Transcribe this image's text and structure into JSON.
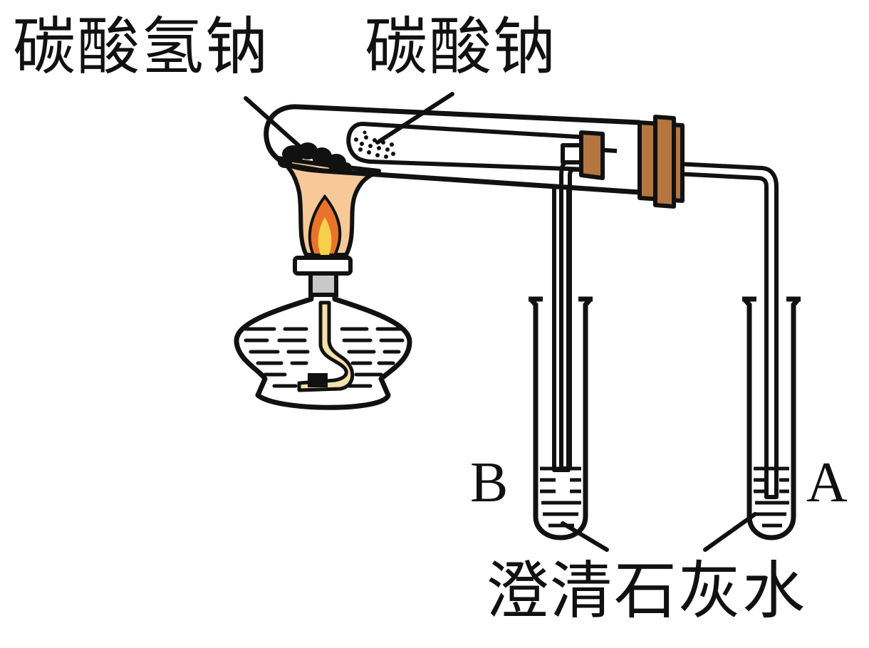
{
  "labels": {
    "sodium_bicarbonate": "碳酸氢钠",
    "sodium_carbonate": "碳酸钠",
    "tube_b": "B",
    "tube_a": "A",
    "limewater": "澄清石灰水"
  },
  "colors": {
    "outline": "#111111",
    "stopper": "#b5763f",
    "flame_outer": "#f7c998",
    "flame_inner": "#e8732a",
    "flame_core": "#f6d04a",
    "wick": "#f3e2a8",
    "nozzle": "#c8c8c8"
  }
}
